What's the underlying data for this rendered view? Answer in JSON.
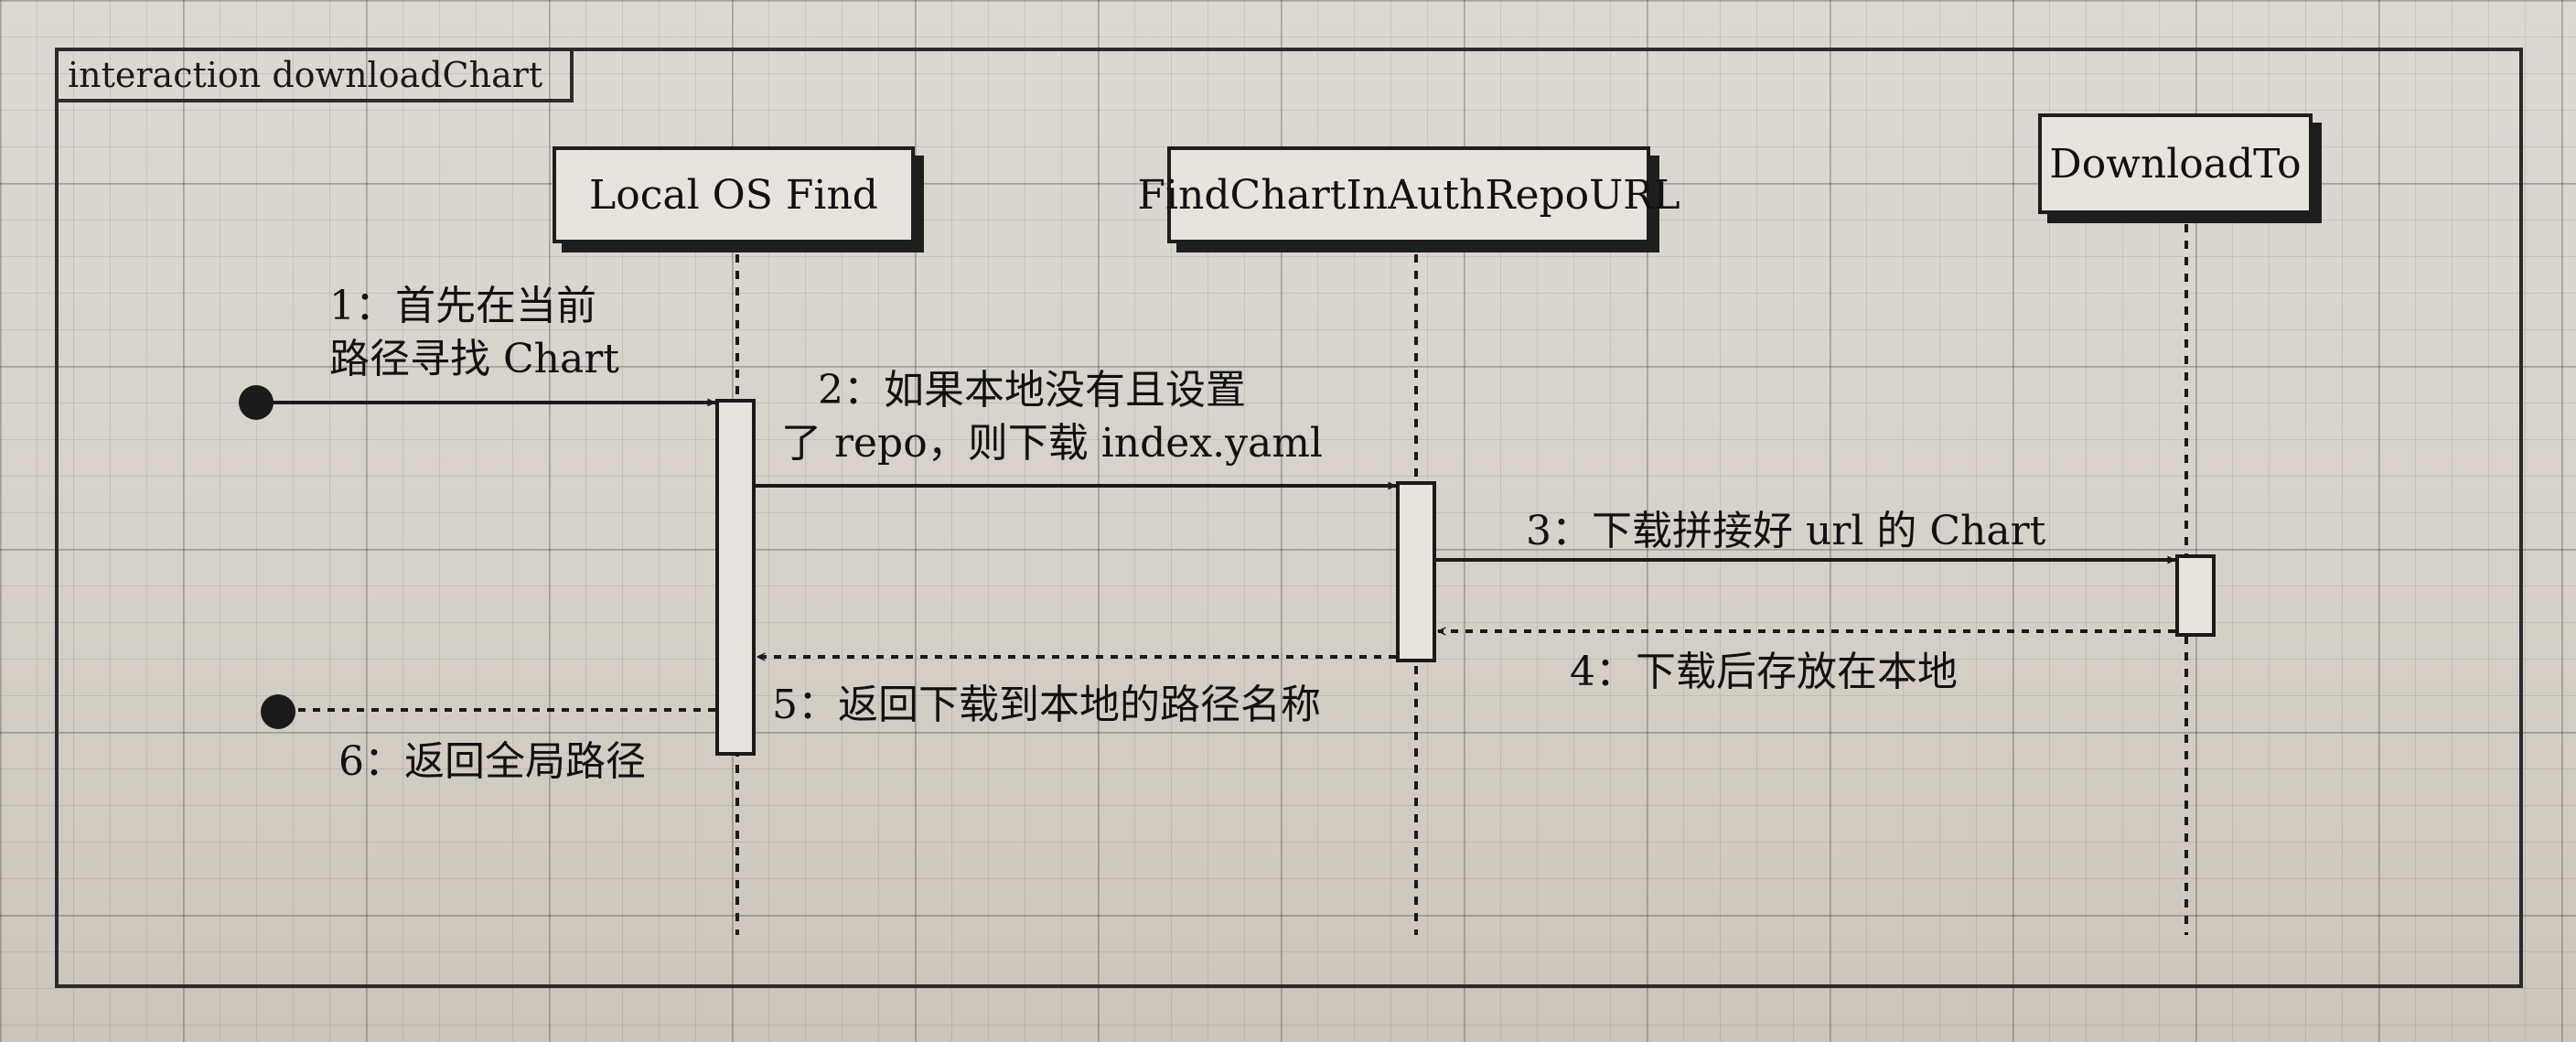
{
  "frame": {
    "title": "interaction downloadChart"
  },
  "lifelines": [
    {
      "id": "local",
      "label": "Local OS Find"
    },
    {
      "id": "find",
      "label": "FindChartInAuthRepoURL"
    },
    {
      "id": "download",
      "label": "DownloadTo"
    }
  ],
  "messages": [
    {
      "index": 1,
      "lines": [
        "1：首先在当前",
        "路径寻找 Chart"
      ],
      "style": "solid"
    },
    {
      "index": 2,
      "lines": [
        "2：如果本地没有且设置",
        "了 repo，则下载 index.yaml"
      ],
      "style": "solid"
    },
    {
      "index": 3,
      "lines": [
        "3：下载拼接好 url 的 Chart"
      ],
      "style": "solid"
    },
    {
      "index": 4,
      "lines": [
        "4：下载后存放在本地"
      ],
      "style": "dashed"
    },
    {
      "index": 5,
      "lines": [
        "5：返回下载到本地的路径名称"
      ],
      "style": "dashed"
    },
    {
      "index": 6,
      "lines": [
        "6：返回全局路径"
      ],
      "style": "dashed"
    }
  ]
}
